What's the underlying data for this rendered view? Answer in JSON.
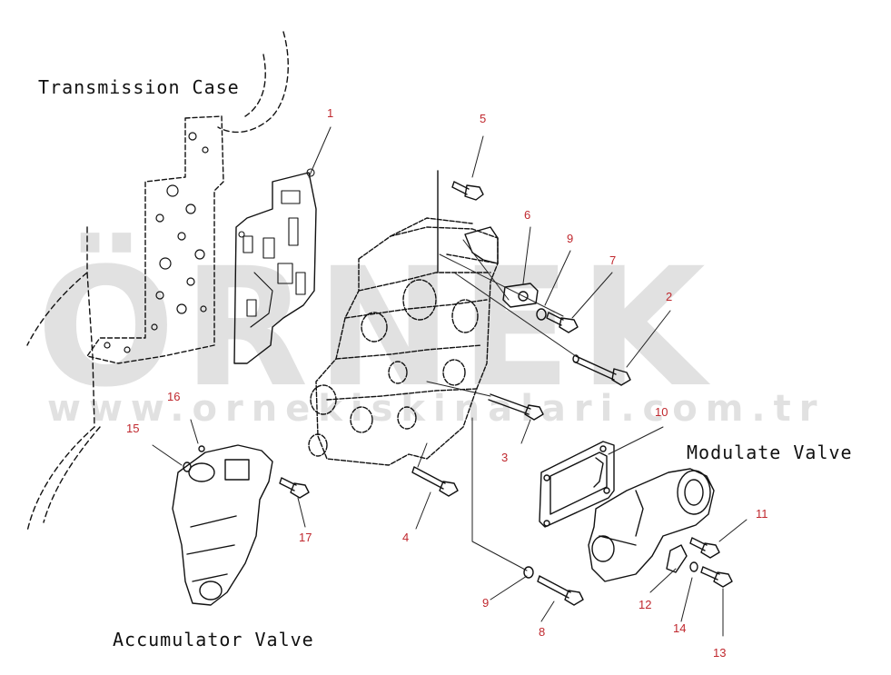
{
  "watermark": {
    "brand": "ÖRNEK",
    "url": "www.ornekiskinalari.com.tr"
  },
  "labels": {
    "transmission_case": "Transmission Case",
    "modulate_valve": "Modulate Valve",
    "accumulator_valve": "Accumulator Valve"
  },
  "callouts": [
    "1",
    "2",
    "3",
    "4",
    "5",
    "6",
    "7",
    "8",
    "9",
    "9",
    "10",
    "11",
    "12",
    "13",
    "14",
    "15",
    "16",
    "17"
  ],
  "colors": {
    "callout": "#c0282e",
    "line": "#111111",
    "watermark": "#c8c8c8"
  }
}
